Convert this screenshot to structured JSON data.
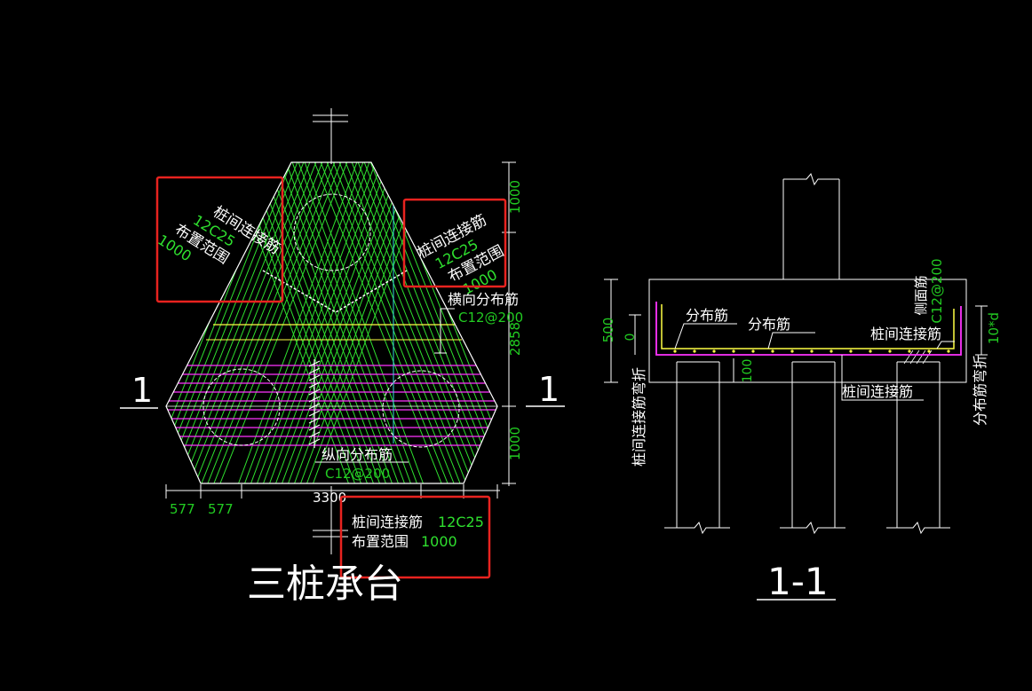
{
  "colors": {
    "background": "#000000",
    "outline": "#ffffff",
    "rebar_green": "#2fe02f",
    "dim_green": "#22cc22",
    "magenta": "#ff33ff",
    "yellow": "#ffff44",
    "cyan": "#33dddd",
    "highlight_red": "#e8231f"
  },
  "plan": {
    "title": "三桩承台",
    "section_mark_left": "1",
    "section_mark_right": "1",
    "callout_tl": {
      "label": "桩间连接筋",
      "spec": "12C25",
      "range_label": "布置范围",
      "range_value": "1000"
    },
    "callout_tr": {
      "label": "桩间连接筋",
      "spec": "12C25",
      "range_label": "布置范围",
      "range_value": "1000"
    },
    "callout_bottom": {
      "label": "桩间连接筋",
      "spec": "12C25",
      "range_label": "布置范围",
      "range_value": "1000"
    },
    "transverse_label": "横向分布筋",
    "transverse_spec": "C12@200",
    "longitudinal_label": "纵向分布筋",
    "longitudinal_spec": "C12@200",
    "dim_top": "1000",
    "dim_mid": "2858",
    "dim_bottom": "1000",
    "dim_total": "3300",
    "dim_left_1": "577",
    "dim_left_2": "577"
  },
  "section": {
    "title": "1-1",
    "dim_height": "500",
    "dim_zero": "0",
    "dim_100": "100",
    "label_dist_1": "分布筋",
    "label_dist_2": "分布筋",
    "label_pile_conn_top": "桩间连接筋",
    "label_pile_conn_bottom": "桩间连接筋",
    "label_side": "侧面筋",
    "label_side_spec": "C12@200",
    "label_10d": "10*d",
    "label_left_vertical": "桩间连接筋弯折",
    "label_right_vertical": "分布筋弯折"
  }
}
